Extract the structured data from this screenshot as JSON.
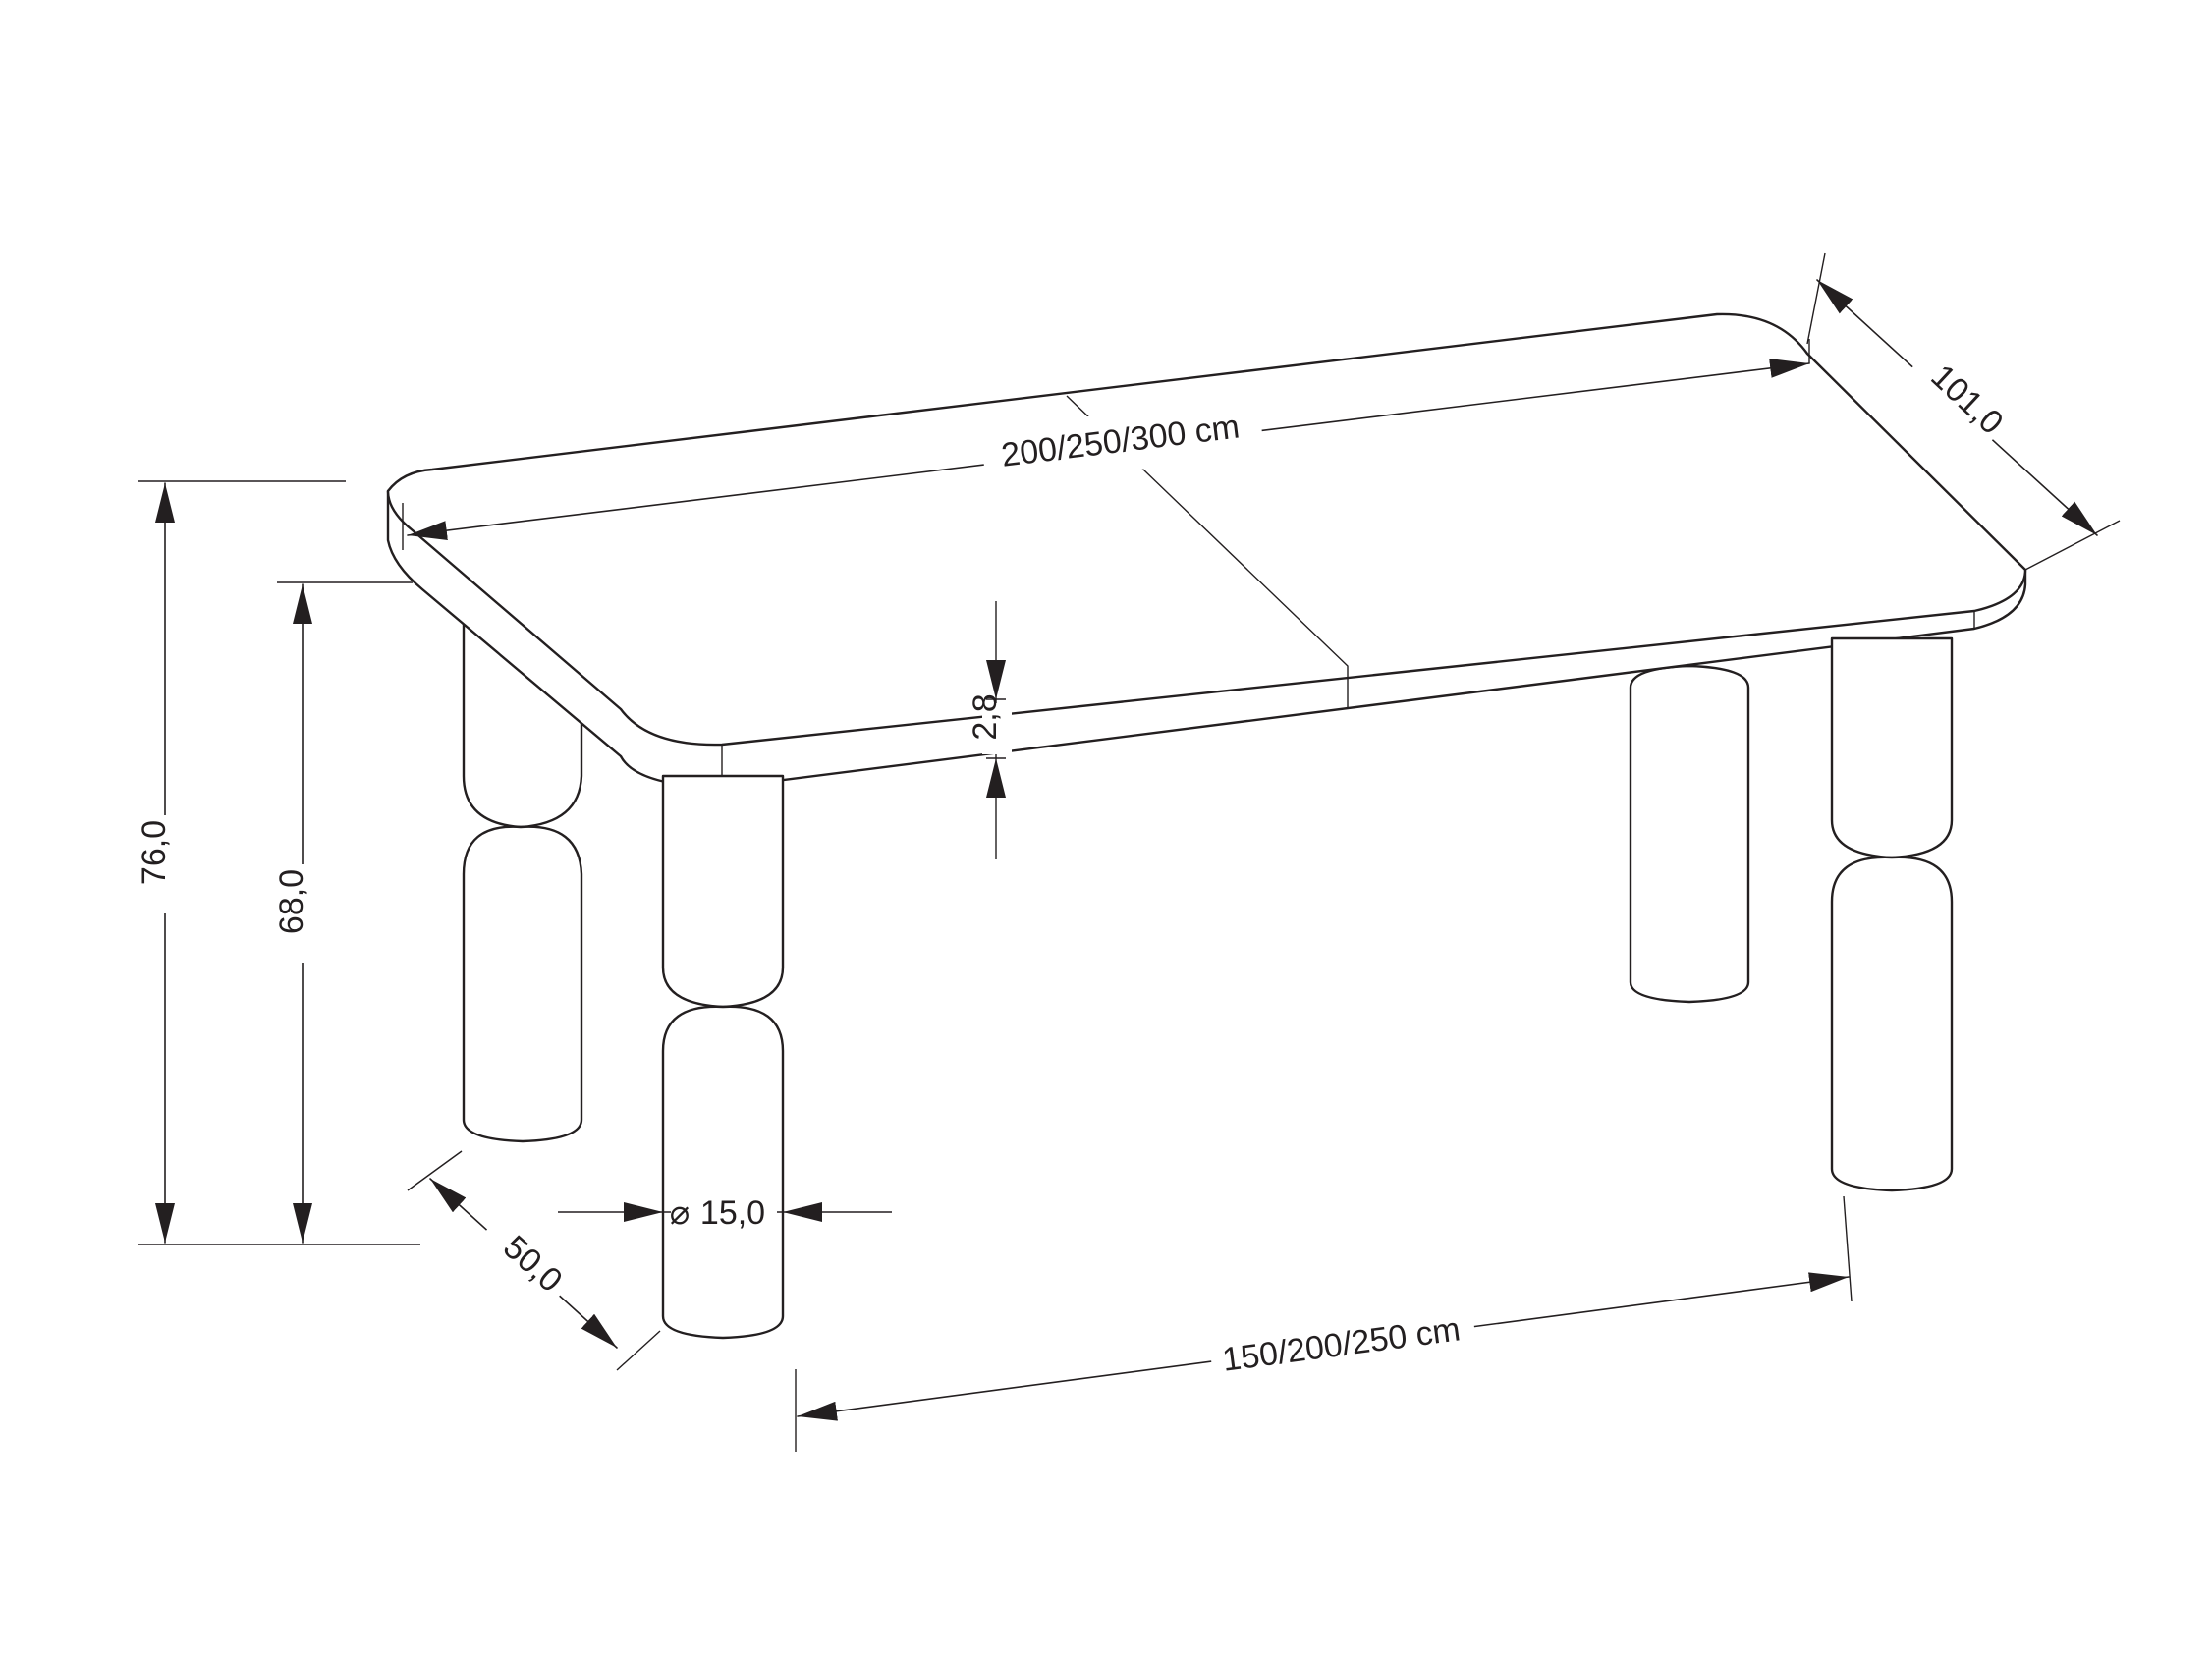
{
  "dimensions": {
    "top_length": "200/250/300 cm",
    "depth": "101,0",
    "total_height": "76,0",
    "leg_height": "68,0",
    "top_thickness": "2,8",
    "leg_diameter": "15,0",
    "leg_spacing_depth": "50,0",
    "leg_spacing_length": "150/200/250 cm"
  },
  "symbols": {
    "diameter": "⌀"
  },
  "colors": {
    "line": "#231f20",
    "background": "#ffffff"
  }
}
